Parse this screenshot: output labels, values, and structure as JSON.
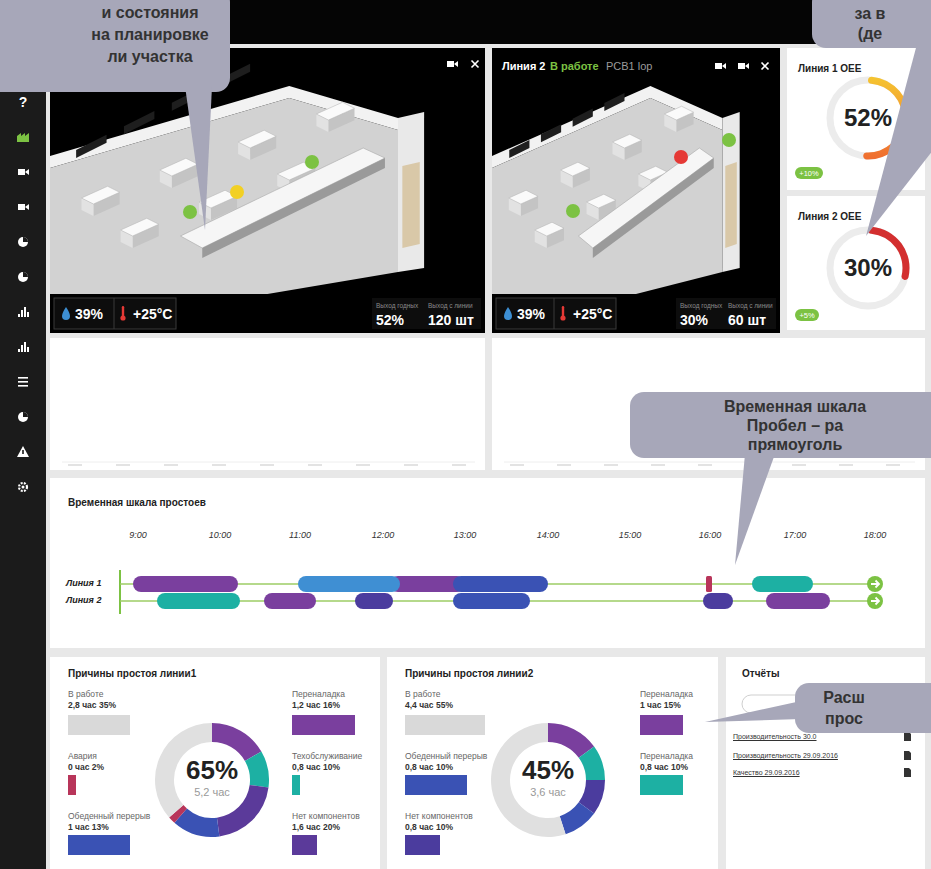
{
  "diagram": {
    "nodes": [
      {
        "text": [
          "и состояния на планировке ли участка"
        ]
      },
      {
        "text": [
          "39%",
          "+25°C",
          "Выход годных",
          "Выход с линии",
          "52%",
          "120 шт"
        ]
      },
      {
        "text": [
          "Линия 2",
          "В работе",
          "PCB1 lop",
          "39%",
          "+25°C",
          "Выход годных",
          "Выход с линии",
          "30%",
          "60 шт"
        ]
      },
      {
        "text": [
          "за в (де"
        ]
      },
      {
        "text": [
          "Линия 1 OEE",
          "52%",
          "+10%"
        ]
      },
      {
        "text": [
          "Линия 2 OEE",
          "30%",
          "+5%"
        ]
      },
      {
        "text": [
          "Временная шкала Пробел – ра прямоуголь"
        ]
      },
      {
        "text": [
          "Временная шкала простоев",
          "9:00",
          "10:00",
          "11:00",
          "12:00",
          "13:00",
          "14:00",
          "15:00",
          "16:00",
          "17:00",
          "18:00",
          "Линия 1",
          "Линия 2"
        ]
      },
      {
        "text": [
          "Расш прос"
        ]
      },
      {
        "text": [
          "Причины простоя линии1",
          "В работе",
          "2,8 час 35%",
          "Авария",
          "0 час 2%",
          "Обеденный перерыв",
          "1 час 13%",
          "65%",
          "5,2 час",
          "Переналадка",
          "1,2 час 16%",
          "Техобслуживание",
          "0,8 час 10%",
          "Нет компонентов",
          "1,6 час 20%"
        ]
      },
      {
        "text": [
          "Причины простоя линии2",
          "В работе",
          "4,4 час 55%",
          "Обеденный перерыв",
          "0,8 час 10%",
          "Нет компонентов",
          "0,8 час 10%",
          "45%",
          "3,6 час",
          "Переналадка",
          "1 час 15%",
          "Переналадка",
          "0,8 час 10%"
        ]
      },
      {
        "text": [
          "Отчёты",
          "Производительность 30.0",
          "Производительность 29.09.2016",
          "Качество 29.09.2016"
        ]
      }
    ],
    "labels": [
      "?"
    ]
  }
}
